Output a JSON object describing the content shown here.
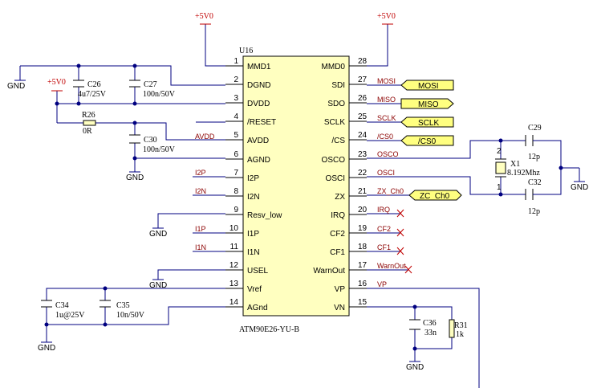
{
  "chip": {
    "designator": "U16",
    "part": "ATM90E26-YU-B",
    "left_pins": [
      {
        "num": "1",
        "name": "MMD1"
      },
      {
        "num": "2",
        "name": "DGND"
      },
      {
        "num": "3",
        "name": "DVDD"
      },
      {
        "num": "4",
        "name": "/RESET"
      },
      {
        "num": "5",
        "name": "AVDD"
      },
      {
        "num": "6",
        "name": "AGND"
      },
      {
        "num": "7",
        "name": "I2P"
      },
      {
        "num": "8",
        "name": "I2N"
      },
      {
        "num": "9",
        "name": "Resv_low"
      },
      {
        "num": "10",
        "name": "I1P"
      },
      {
        "num": "11",
        "name": "I1N"
      },
      {
        "num": "12",
        "name": "USEL"
      },
      {
        "num": "13",
        "name": "Vref"
      },
      {
        "num": "14",
        "name": "AGnd"
      }
    ],
    "right_pins": [
      {
        "num": "28",
        "name": "MMD0"
      },
      {
        "num": "27",
        "name": "SDI"
      },
      {
        "num": "26",
        "name": "SDO"
      },
      {
        "num": "25",
        "name": "SCLK"
      },
      {
        "num": "24",
        "name": "/CS"
      },
      {
        "num": "23",
        "name": "OSCO"
      },
      {
        "num": "22",
        "name": "OSCI"
      },
      {
        "num": "21",
        "name": "ZX"
      },
      {
        "num": "20",
        "name": "IRQ"
      },
      {
        "num": "19",
        "name": "CF2"
      },
      {
        "num": "18",
        "name": "CF1"
      },
      {
        "num": "17",
        "name": "WarnOut"
      },
      {
        "num": "16",
        "name": "VP"
      },
      {
        "num": "15",
        "name": "VN"
      }
    ]
  },
  "net_labels": {
    "avdd": "AVDD",
    "i2p": "I2P",
    "i2n": "I2N",
    "i1p": "I1P",
    "i1n": "I1N",
    "mosi": "MOSI",
    "miso": "MISO",
    "sclk": "SCLK",
    "cs": "/CS0",
    "osco": "OSCO",
    "osci": "OSCI",
    "zx": "ZX_Ch0",
    "irq": "IRQ",
    "cf2": "CF2",
    "cf1": "CF1",
    "warnout": "WarnOut",
    "vp": "VP"
  },
  "ports": {
    "mosi": "MOSI",
    "miso": "MISO",
    "sclk": "SCLK",
    "cs": "/CS0",
    "zx": "ZC_Ch0"
  },
  "power": {
    "p5v_a": "+5V0",
    "p5v_b": "+5V0",
    "p5v_c": "+5V0"
  },
  "grounds": {
    "g1": "GND",
    "g2": "GND",
    "g3": "GND",
    "g4": "GND",
    "g5": "GND",
    "g6": "GND",
    "g7": "GND"
  },
  "components": {
    "c26": {
      "ref": "C26",
      "val": "4u7/25V"
    },
    "c27": {
      "ref": "C27",
      "val": "100n/50V"
    },
    "r26": {
      "ref": "R26",
      "val": "0R"
    },
    "c30": {
      "ref": "C30",
      "val": "100n/50V"
    },
    "c29": {
      "ref": "C29",
      "val": "12p"
    },
    "c32": {
      "ref": "C32",
      "val": "12p"
    },
    "x1": {
      "ref": "X1",
      "val": "8.192Mhz",
      "pin_a": "2",
      "pin_b": "1"
    },
    "c34": {
      "ref": "C34",
      "val": "1u@25V"
    },
    "c35": {
      "ref": "C35",
      "val": "10n/50V"
    },
    "c36": {
      "ref": "C36",
      "val": "33n"
    },
    "r31": {
      "ref": "R31",
      "val": "1k"
    }
  },
  "colors": {
    "wire": "#000080",
    "chip_fill": "#ffffc0",
    "port_fill": "#ffff80",
    "net": "#8b0000",
    "power": "#c00000"
  }
}
